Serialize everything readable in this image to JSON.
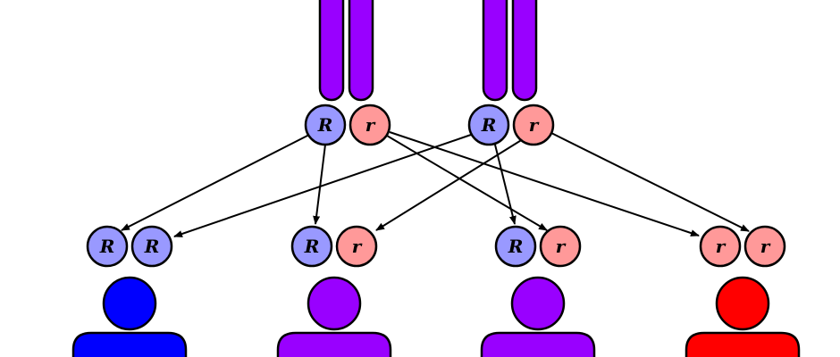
{
  "colors": {
    "chromosome": "#9900ff",
    "allele_R": "#9999ff",
    "allele_r": "#ff9999",
    "person_RR": "#0000ff",
    "person_Rr": "#9900ff",
    "person_rr": "#ff0000",
    "outline": "#000000"
  },
  "parents": [
    {
      "alleles": [
        "R",
        "r"
      ]
    },
    {
      "alleles": [
        "R",
        "r"
      ]
    }
  ],
  "offspring": [
    {
      "alleles": [
        "R",
        "R"
      ],
      "phenotype": "RR"
    },
    {
      "alleles": [
        "R",
        "r"
      ],
      "phenotype": "Rr"
    },
    {
      "alleles": [
        "R",
        "r"
      ],
      "phenotype": "Rr"
    },
    {
      "alleles": [
        "r",
        "r"
      ],
      "phenotype": "rr"
    }
  ],
  "icons": {
    "person": "person-icon",
    "chromosome": "chromosome-icon",
    "allele": "allele-circle-icon",
    "arrow": "inheritance-arrow"
  }
}
